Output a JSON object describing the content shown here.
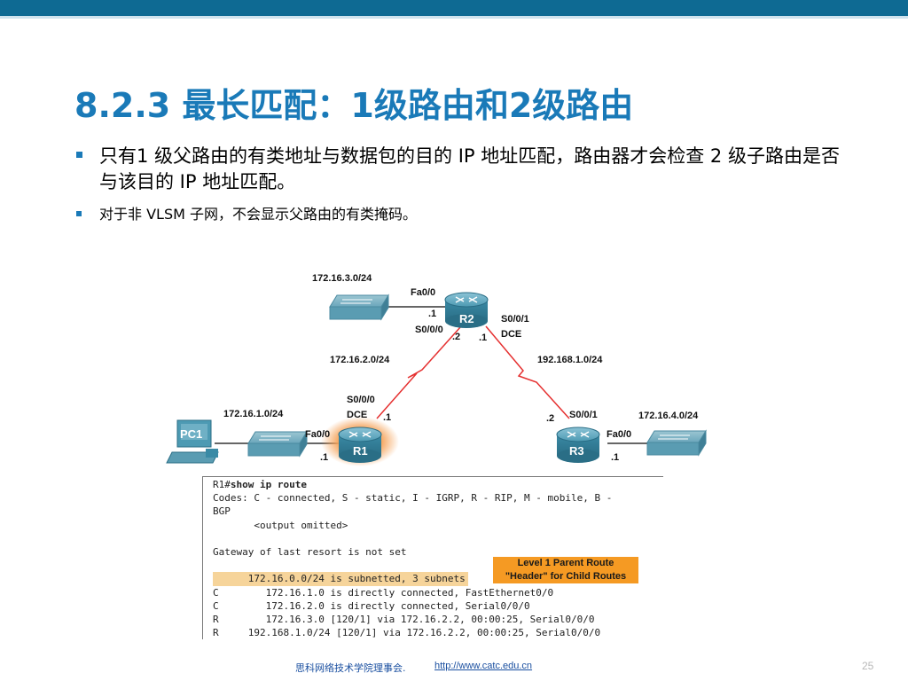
{
  "slide": {
    "title": "8.2.3 最长匹配：1级路由和2级路由",
    "bullets": [
      "只有1 级父路由的有类地址与数据包的目的 IP 地址匹配，路由器才会检查 2 级子路由是否与该目的 IP 地址匹配。",
      "对于非 VLSM 子网，不会显示父路由的有类掩码。"
    ]
  },
  "diagram": {
    "routers": {
      "r1": "R1",
      "r2": "R2",
      "r3": "R3"
    },
    "pc": "PC1",
    "networks": {
      "n1": "172.16.3.0/24",
      "n2": "172.16.2.0/24",
      "n3": "192.168.1.0/24",
      "n4": "172.16.1.0/24",
      "n5": "172.16.4.0/24"
    },
    "labels": {
      "r2_fa": "Fa0/0",
      "r2_fa_ip": ".1",
      "r2_s000": "S0/0/0",
      "r2_s000_ip": ".2",
      "r2_s001": "S0/0/1",
      "r2_s001_ip": ".1",
      "r2_dce": "DCE",
      "r1_s000": "S0/0/0",
      "r1_dce": "DCE",
      "r1_s000_ip": ".1",
      "r1_fa": "Fa0/0",
      "r1_fa_ip": ".1",
      "r3_s001": "S0/0/1",
      "r3_s001_ip": ".2",
      "r3_fa": "Fa0/0",
      "r3_fa_ip": ".1"
    }
  },
  "terminal": {
    "lines": [
      {
        "prompt": "R1#",
        "cmd": "show ip route"
      },
      {
        "text": "Codes: C - connected, S - static, I - IGRP, R - RIP, M - mobile, B -"
      },
      {
        "text": "BGP"
      },
      {
        "text": "       <output omitted>"
      },
      {
        "text": ""
      },
      {
        "text": "Gateway of last resort is not set"
      },
      {
        "text": ""
      },
      {
        "text": "      172.16.0.0/24 is subnetted, 3 subnets",
        "highlight": true
      },
      {
        "text": "C        172.16.1.0 is directly connected, FastEthernet0/0"
      },
      {
        "text": "C        172.16.2.0 is directly connected, Serial0/0/0"
      },
      {
        "text": "R        172.16.3.0 [120/1] via 172.16.2.2, 00:00:25, Serial0/0/0"
      },
      {
        "text": "R     192.168.1.0/24 [120/1] via 172.16.2.2, 00:00:25, Serial0/0/0"
      }
    ],
    "callout": [
      "Level 1 Parent Route",
      "\"Header\" for Child Routes"
    ]
  },
  "footer": {
    "org": "思科网络技术学院理事会.",
    "link": "http://www.catc.edu.cn",
    "page": "25"
  },
  "colors": {
    "accent": "#1a7ab8",
    "top_bar": "#0e6a93",
    "serial_link": "#e53030",
    "highlight": "#f6d49a",
    "callout": "#f59a23",
    "router_body": "#3f8ea8",
    "r1_glow": "#f5a35a"
  }
}
